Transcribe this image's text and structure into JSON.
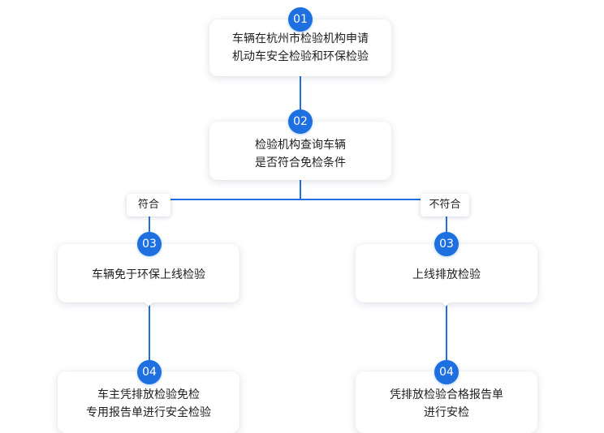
{
  "colors": {
    "accent": "#1e6fe0",
    "card_bg": "#ffffff",
    "text": "#1f1f1f"
  },
  "steps": {
    "step1": {
      "number": "01",
      "lines": [
        "车辆在杭州市检验机构申请",
        "机动车安全检验和环保检验"
      ]
    },
    "step2": {
      "number": "02",
      "lines": [
        "检验机构查询车辆",
        "是否符合免检条件"
      ]
    },
    "left": {
      "branch_label": "符合",
      "step3": {
        "number": "03",
        "lines": [
          "车辆免于环保上线检验"
        ]
      },
      "step4": {
        "number": "04",
        "lines": [
          "车主凭排放检验免检",
          "专用报告单进行安全检验"
        ]
      }
    },
    "right": {
      "branch_label": "不符合",
      "step3": {
        "number": "03",
        "lines": [
          "上线排放检验"
        ]
      },
      "step4": {
        "number": "04",
        "lines": [
          "凭排放检验合格报告单",
          "进行安检"
        ]
      }
    }
  }
}
